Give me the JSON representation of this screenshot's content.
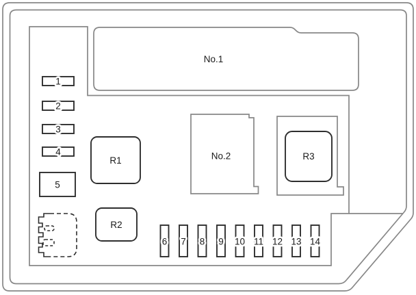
{
  "diagram": {
    "type": "fuse-box-diagram",
    "blocks": {
      "no1": {
        "label": "No.1"
      },
      "no2": {
        "label": "No.2"
      },
      "r1": {
        "label": "R1"
      },
      "r2": {
        "label": "R2"
      },
      "r3": {
        "label": "R3"
      }
    },
    "left_fuses": [
      {
        "label": "1"
      },
      {
        "label": "2"
      },
      {
        "label": "3"
      },
      {
        "label": "4"
      },
      {
        "label": "5"
      }
    ],
    "bottom_fuses": [
      {
        "label": "6"
      },
      {
        "label": "7"
      },
      {
        "label": "8"
      },
      {
        "label": "9"
      },
      {
        "label": "10"
      },
      {
        "label": "11"
      },
      {
        "label": "12"
      },
      {
        "label": "13"
      },
      {
        "label": "14"
      }
    ],
    "colors": {
      "outline_gray": "#878787",
      "component_dark": "#2e2e2e",
      "label_text": "#1a1a1a",
      "background": "#ffffff"
    }
  }
}
